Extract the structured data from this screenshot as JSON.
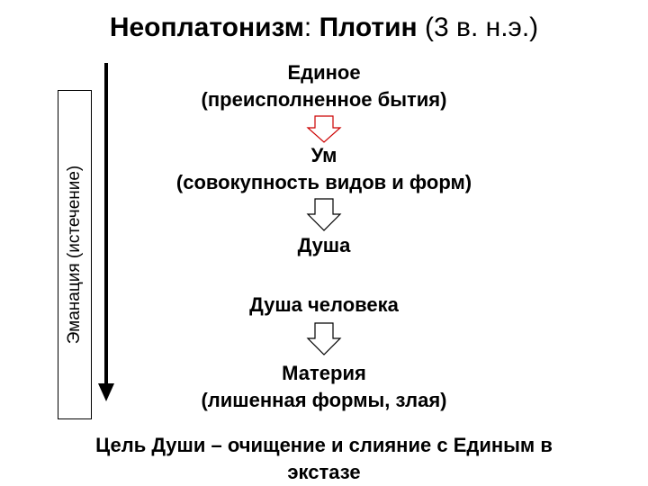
{
  "title": {
    "bold_text": "Неоплатонизм",
    "colon": ":",
    "author": "Плотин",
    "era": "(3 в. н.э.)"
  },
  "side_label": "Эманация (истечение)",
  "nodes": {
    "one": {
      "name": "Единое",
      "note": "(преисполненное бытия)"
    },
    "mind": {
      "name": "Ум",
      "note": "(совокупность видов и форм)"
    },
    "soul": {
      "name": "Душа"
    },
    "human_soul": {
      "name": "Душа человека"
    },
    "matter": {
      "name": "Материя",
      "note": "(лишенная формы, злая)"
    }
  },
  "footer": {
    "line1": "Цель Души – очищение и слияние с Единым в",
    "line2": "экстазе"
  },
  "colors": {
    "text": "#000000",
    "first_arrow_outline": "#cc0000",
    "arrow_outline": "#000000",
    "arrow_fill": "#ffffff"
  }
}
